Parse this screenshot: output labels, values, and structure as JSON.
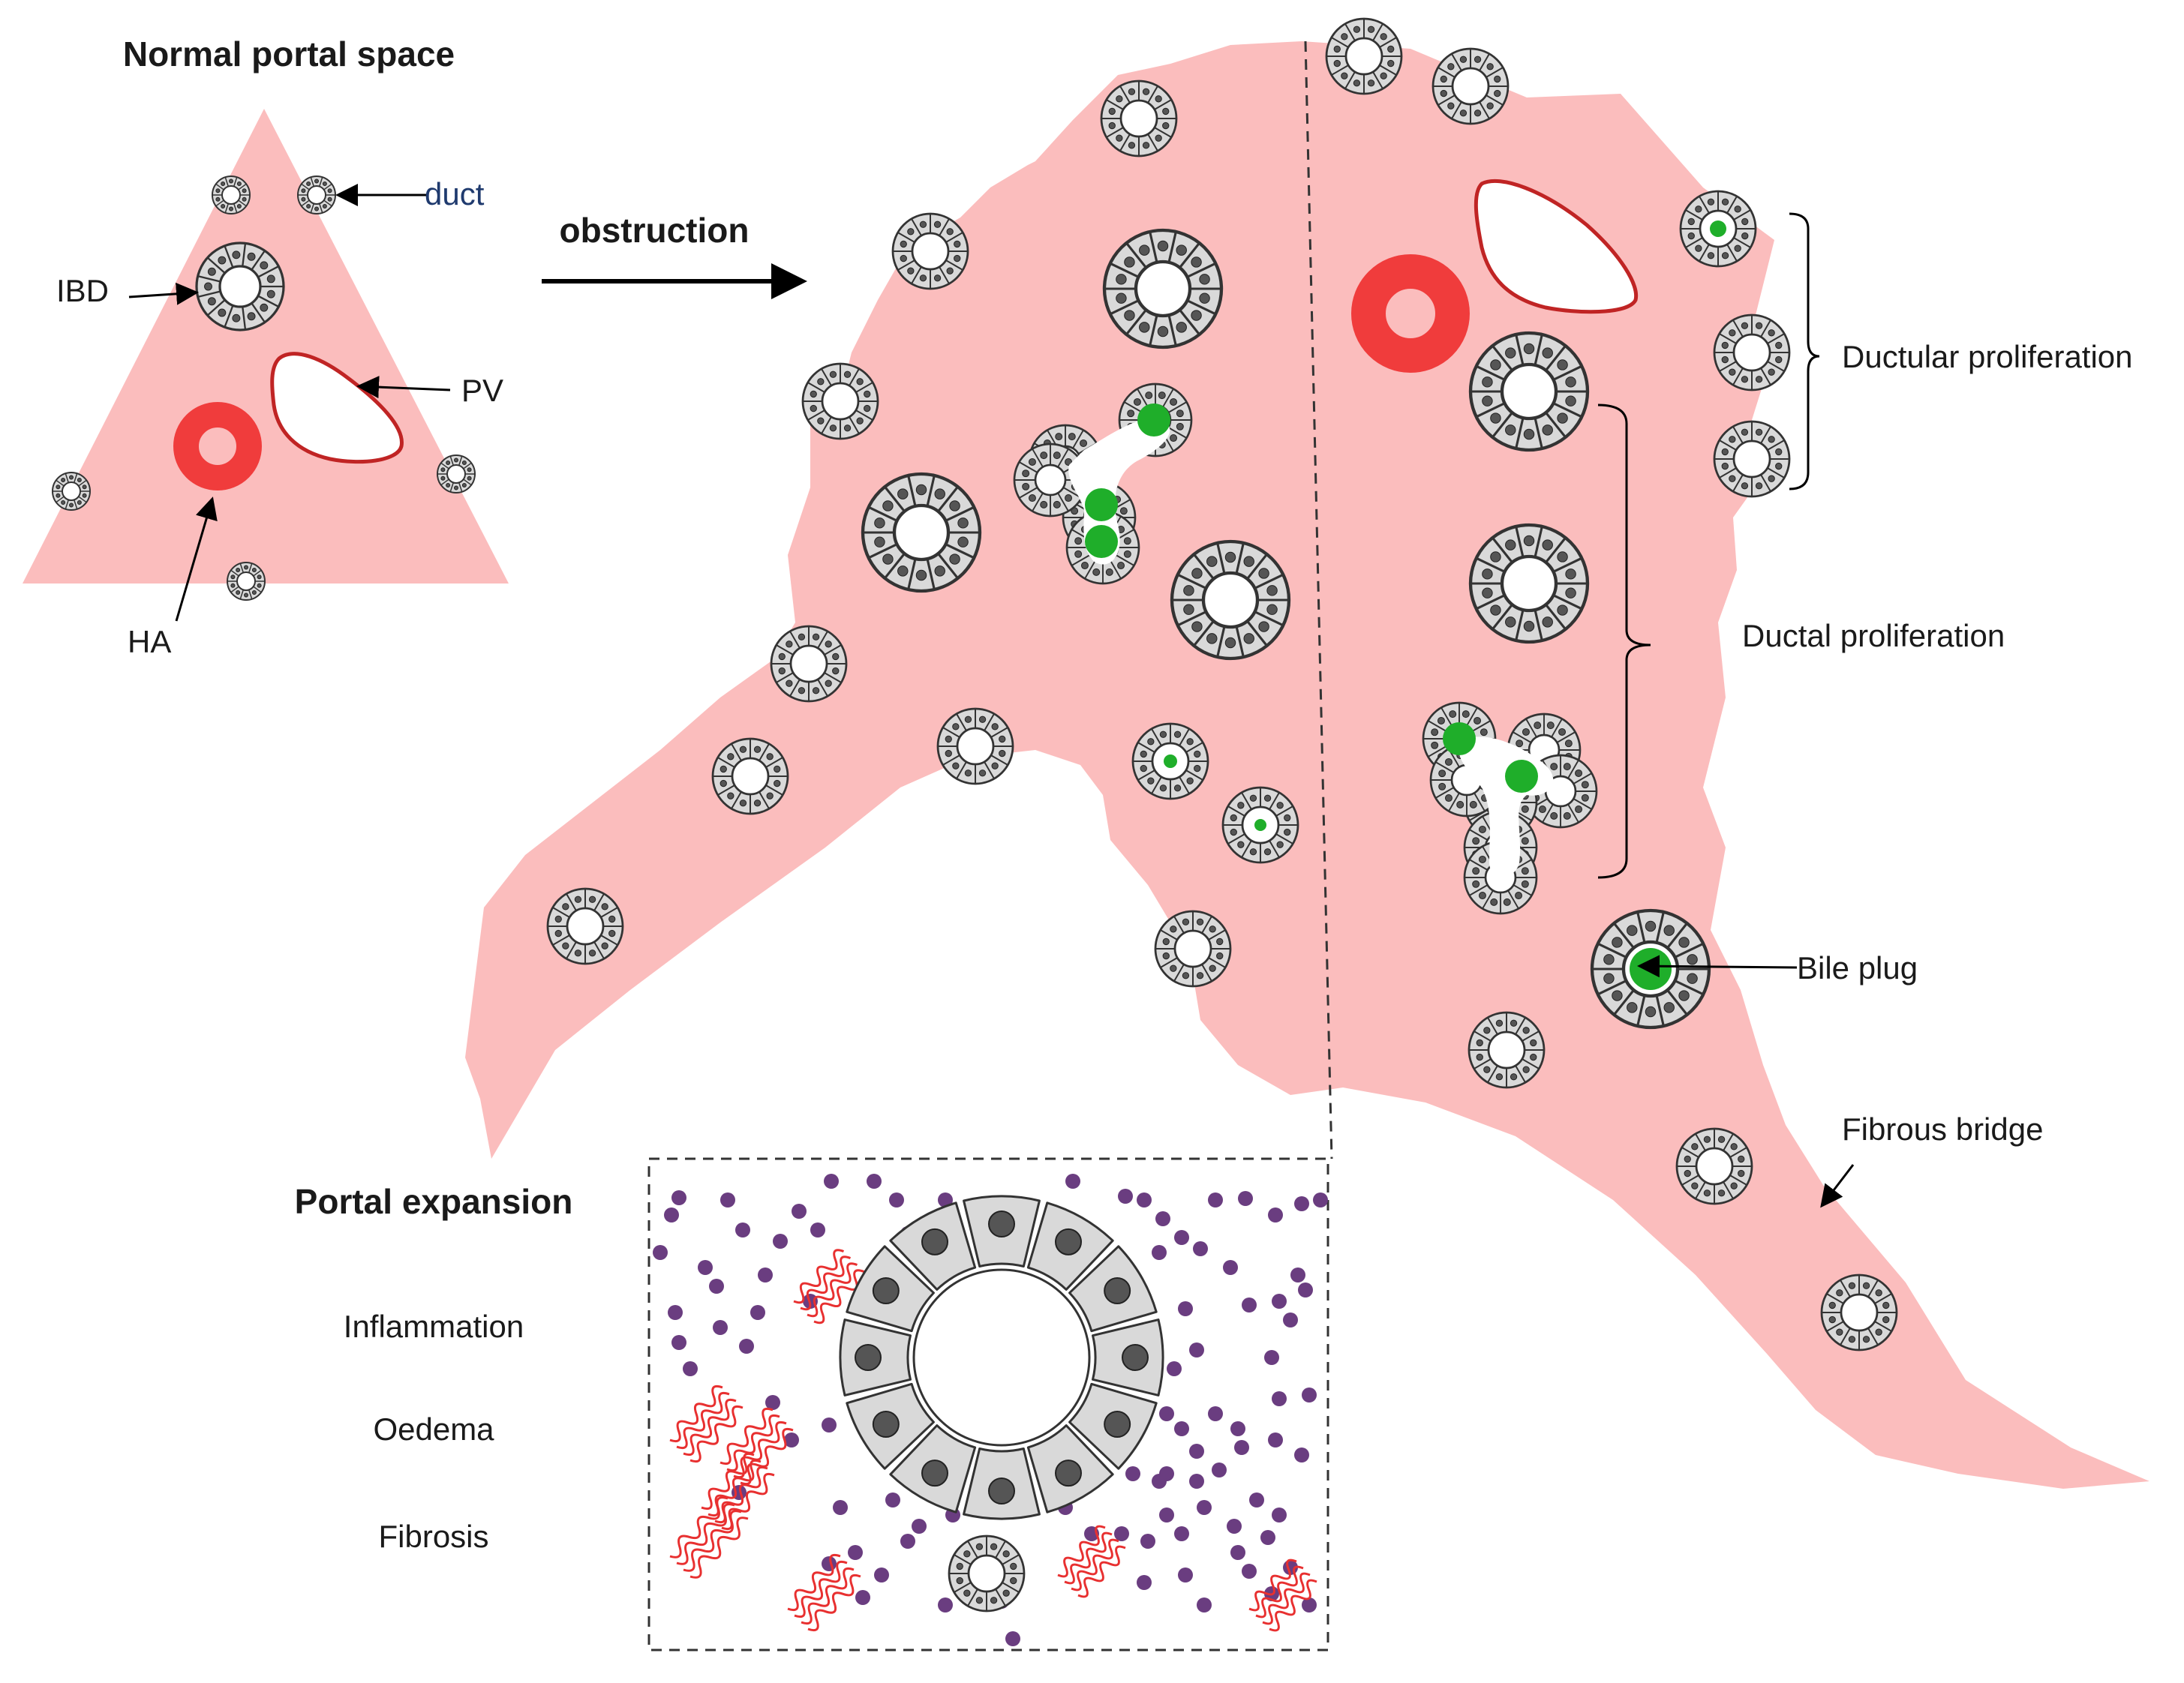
{
  "normal_panel": {
    "title": "Normal portal space",
    "labels": {
      "duct": "duct",
      "ibd": "IBD",
      "pv": "PV",
      "ha": "HA"
    }
  },
  "arrow_label": "obstruction",
  "expanded_panel": {
    "labels": {
      "ductular_proliferation": "Ductular proliferation",
      "ductal_proliferation": "Ductal proliferation",
      "bile_plug": "Bile plug",
      "fibrous_bridge": "Fibrous bridge"
    }
  },
  "portal_expansion": {
    "title": "Portal expansion",
    "items": [
      "Inflammation",
      "Oedema",
      "Fibrosis"
    ]
  },
  "colors": {
    "tissue": "#fbbdbd",
    "artery": "#f03c3c",
    "vein_outline": "#c02424",
    "bile": "#1fae2a",
    "cell_fill": "#d9d9d9",
    "inflammatory_cell": "#6a3d80",
    "fibrosis": "#e83030"
  }
}
